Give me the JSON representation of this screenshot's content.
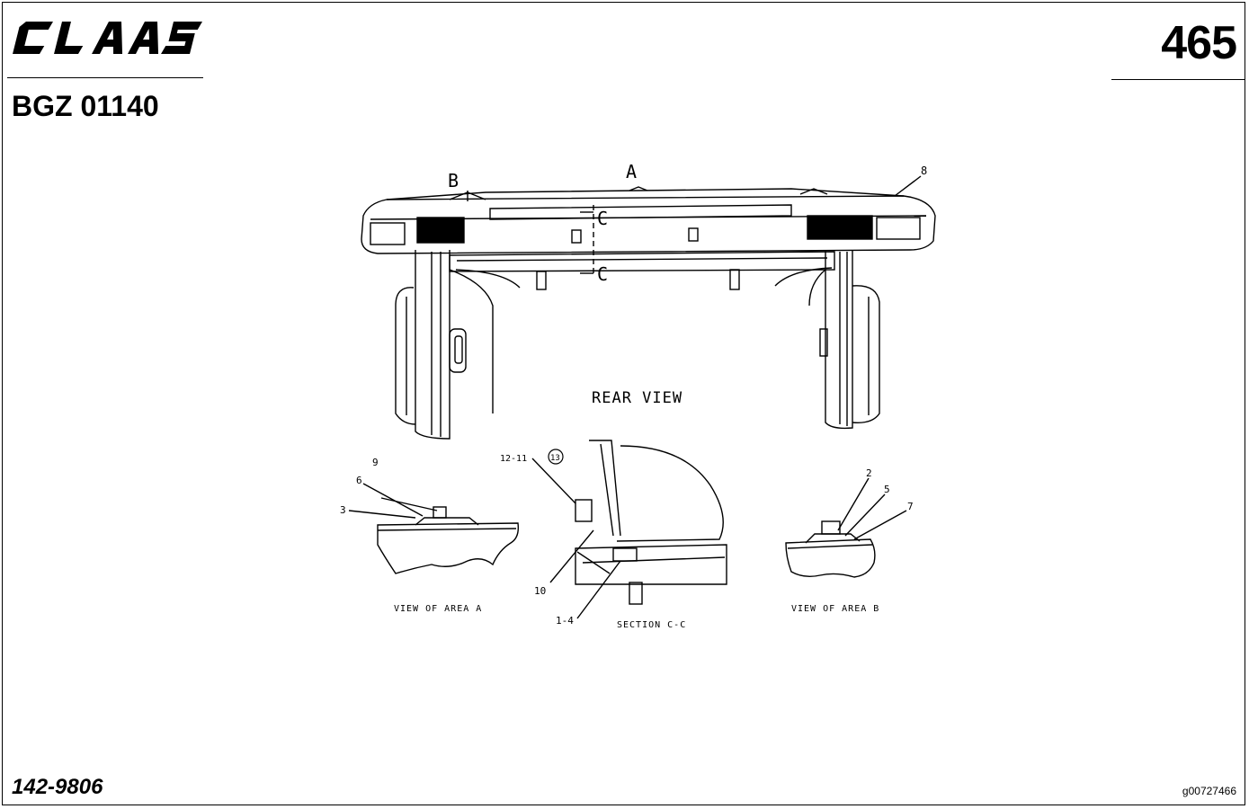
{
  "header": {
    "brand": "CLAAS",
    "page_number": "465",
    "group_code": "BGZ 01140"
  },
  "footer": {
    "doc_number": "142-9806",
    "image_id": "g00727466"
  },
  "diagram": {
    "main_view_label": "REAR VIEW",
    "view_markers": {
      "a": "A",
      "b": "B",
      "c_top": "C",
      "c_bottom": "C"
    },
    "callouts": {
      "main": "8",
      "area_a": [
        "9",
        "6",
        "3"
      ],
      "section": [
        "12-11",
        "13",
        "10",
        "1-4"
      ],
      "area_b": [
        "2",
        "5",
        "7"
      ]
    },
    "captions": {
      "area_a": "VIEW OF AREA A",
      "section": "SECTION C-C",
      "area_b": "VIEW OF AREA B"
    }
  }
}
